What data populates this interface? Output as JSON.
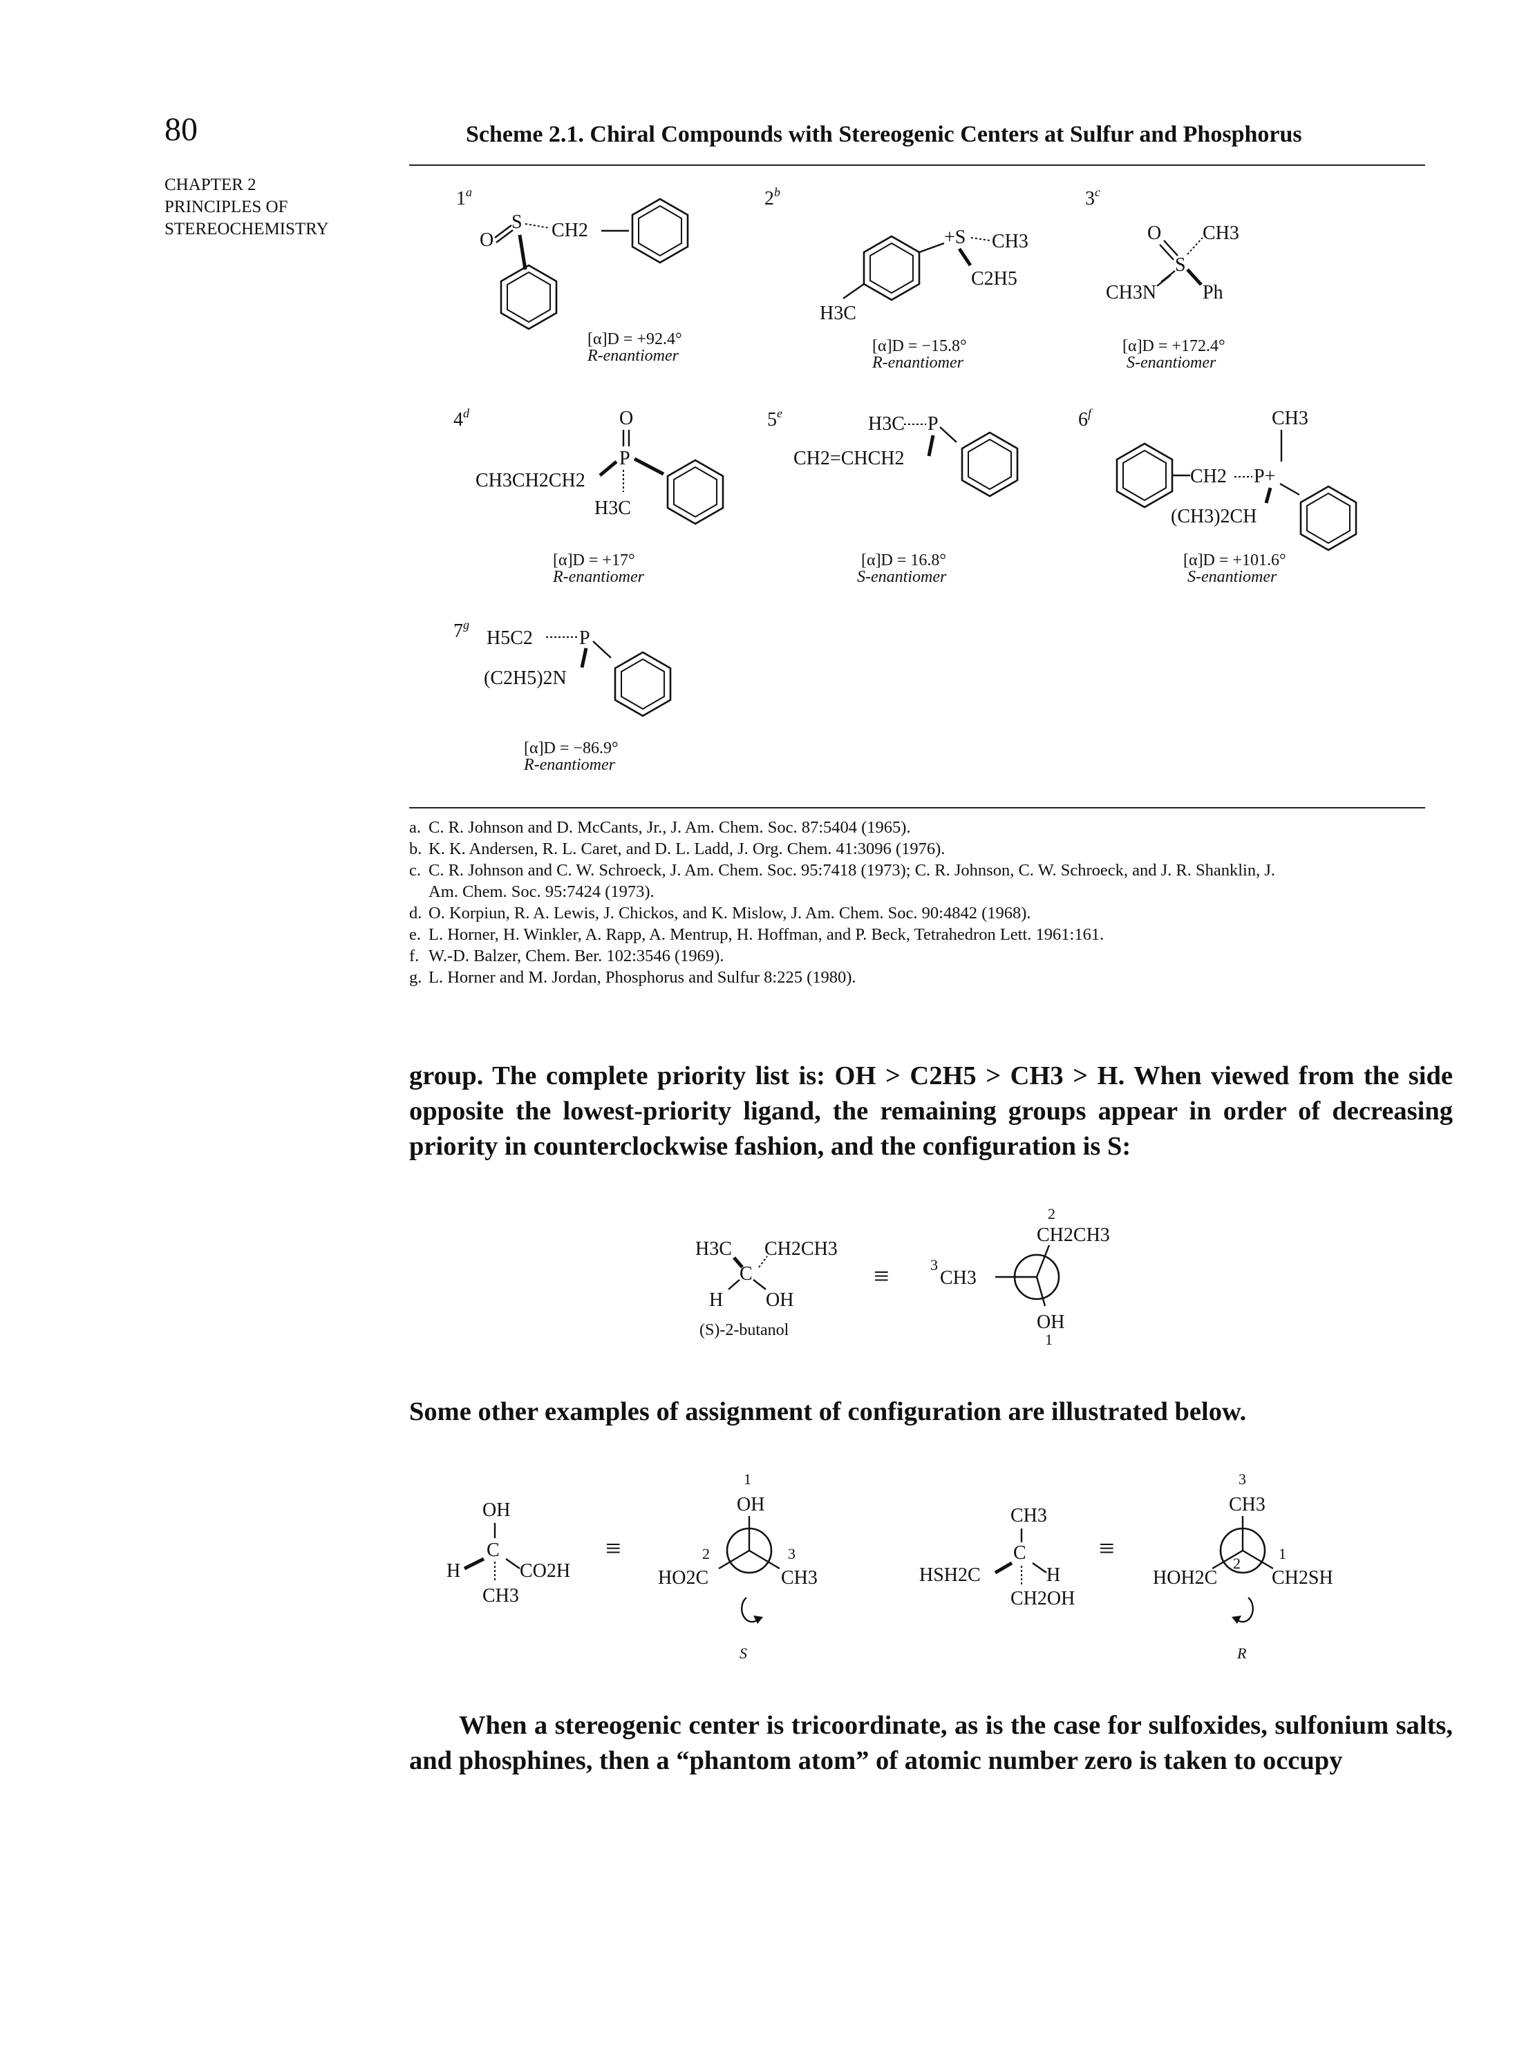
{
  "page": {
    "number": "80",
    "chapter_lines": [
      "CHAPTER 2",
      "PRINCIPLES OF",
      "STEREOCHEMISTRY"
    ]
  },
  "scheme": {
    "title": "Scheme 2.1. Chiral Compounds with Stereogenic Centers at Sulfur and Phosphorus",
    "compounds": [
      {
        "number": "1",
        "ref": "a",
        "rotation": "[α]D = +92.4°",
        "enantiomer": "R-enantiomer"
      },
      {
        "number": "2",
        "ref": "b",
        "rotation": "[α]D = −15.8°",
        "enantiomer": "R-enantiomer"
      },
      {
        "number": "3",
        "ref": "c",
        "rotation": "[α]D = +172.4°",
        "enantiomer": "S-enantiomer"
      },
      {
        "number": "4",
        "ref": "d",
        "rotation": "[α]D = +17°",
        "enantiomer": "R-enantiomer"
      },
      {
        "number": "5",
        "ref": "e",
        "rotation": "[α]D = 16.8°",
        "enantiomer": "S-enantiomer"
      },
      {
        "number": "6",
        "ref": "f",
        "rotation": "[α]D = +101.6°",
        "enantiomer": "S-enantiomer"
      },
      {
        "number": "7",
        "ref": "g",
        "rotation": "[α]D = −86.9°",
        "enantiomer": "R-enantiomer"
      }
    ],
    "atom_labels": {
      "c1_s": "S",
      "c1_ch2": "CH2",
      "c1_o": "O",
      "c2_s": "+S",
      "c2_ch3": "CH3",
      "c2_c2h5": "C2H5",
      "c2_h3c": "H3C",
      "c3_o": "O",
      "c3_ch3": "CH3",
      "c3_s": "S",
      "c3_ch3n": "CH3N",
      "c3_ph": "Ph",
      "c4_o": "O",
      "c4_p": "P",
      "c4_chain": "CH3CH2CH2",
      "c4_h3c": "H3C",
      "c5_h3c": "H3C",
      "c5_p": "P",
      "c5_allyl": "CH2=CHCH2",
      "c6_ch3": "CH3",
      "c6_ch2": "CH2",
      "c6_p": "P+",
      "c6_ipr": "(CH3)2CH",
      "c7_h5c2": "H5C2",
      "c7_p": "P",
      "c7_n": "(C2H5)2N"
    }
  },
  "references": [
    {
      "letter": "a.",
      "text": "C. R. Johnson and D. McCants, Jr., J. Am. Chem. Soc. 87:5404 (1965)."
    },
    {
      "letter": "b.",
      "text": "K. K. Andersen, R. L. Caret, and D. L. Ladd, J. Org. Chem. 41:3096 (1976)."
    },
    {
      "letter": "c.",
      "text": "C. R. Johnson and C. W. Schroeck, J. Am. Chem. Soc. 95:7418 (1973); C. R. Johnson, C. W. Schroeck, and J. R. Shanklin, J.",
      "continuation": "Am. Chem. Soc. 95:7424 (1973)."
    },
    {
      "letter": "d.",
      "text": "O. Korpiun, R. A. Lewis, J. Chickos, and K. Mislow, J. Am. Chem. Soc. 90:4842 (1968)."
    },
    {
      "letter": "e.",
      "text": "L. Horner, H. Winkler, A. Rapp, A. Mentrup, H. Hoffman, and P. Beck, Tetrahedron Lett. 1961:161."
    },
    {
      "letter": "f.",
      "text": "W.-D. Balzer, Chem. Ber. 102:3546 (1969)."
    },
    {
      "letter": "g.",
      "text": "L. Horner and M. Jordan, Phosphorus and Sulfur 8:225 (1980)."
    }
  ],
  "body": {
    "paragraph1": "group. The complete priority list is: OH > C2H5 > CH3 > H. When viewed from the side opposite the lowest-priority ligand, the remaining groups appear in order of decreasing priority in counterclockwise fashion, and the configuration is S:",
    "paragraph2": "Some other examples of assignment of configuration are illustrated below.",
    "paragraph3": "When a stereogenic center is tricoordinate, as is the case for sulfoxides, sulfonium salts, and phosphines, then a “phantom atom” of atomic number zero is taken to occupy"
  },
  "butanol_figure": {
    "caption": "(S)-2-butanol",
    "labels": {
      "h3c": "H3C",
      "ch2ch3": "CH2CH3",
      "c": "C",
      "h": "H",
      "oh": "OH",
      "equiv": "≡",
      "newman_ch2ch3": "CH2CH3",
      "newman_ch3": "CH3",
      "newman_oh": "OH",
      "p1": "1",
      "p2": "2",
      "p3": "3"
    }
  },
  "examples_figure": {
    "left": {
      "oh": "OH",
      "h": "H",
      "c": "C",
      "co2h": "CO2H",
      "ch3": "CH3",
      "equiv": "≡",
      "n_oh": "OH",
      "n_ho2c": "HO2C",
      "n_ch3": "CH3",
      "p1": "1",
      "p2": "2",
      "p3": "3",
      "config": "S"
    },
    "right": {
      "ch3": "CH3",
      "hsh2c": "HSH2C",
      "c": "C",
      "h": "H",
      "ch2oh": "CH2OH",
      "equiv": "≡",
      "n_ch3": "CH3",
      "n_hoh2c": "HOH2C",
      "n_ch2sh": "CH2SH",
      "p1": "1",
      "p2": "2",
      "p3": "3",
      "config": "R"
    }
  }
}
